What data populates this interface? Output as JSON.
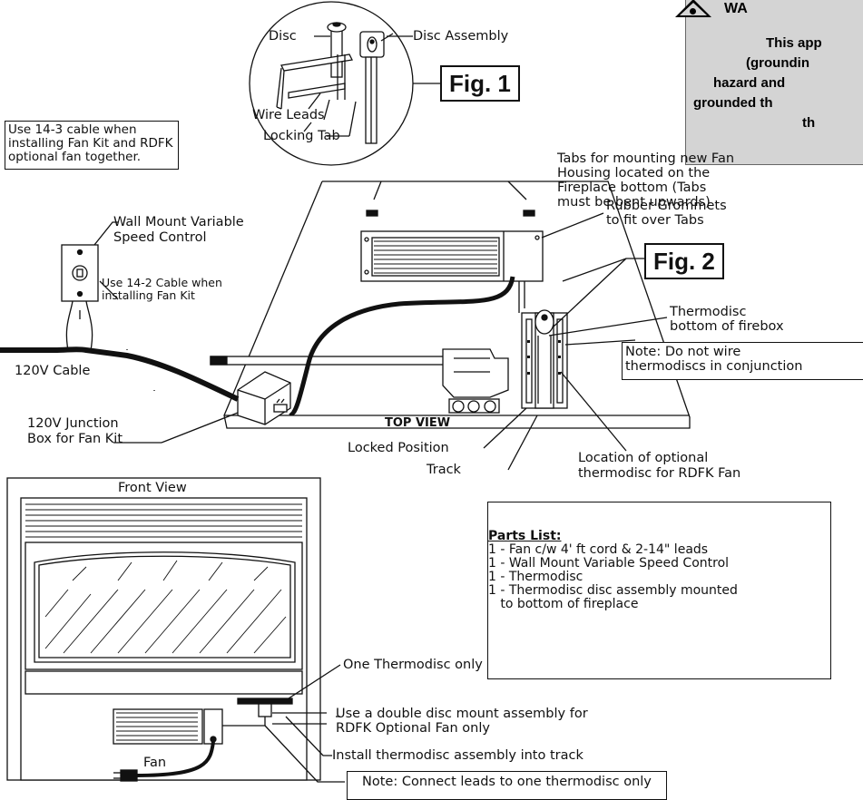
{
  "warning": {
    "title": "WA",
    "lines": [
      "This app",
      "(groundin",
      "hazard and",
      "grounded th",
      "th"
    ]
  },
  "fig1": {
    "label": "Fig. 1",
    "disc": "Disc",
    "disc_assembly": "Disc Assembly",
    "wire_leads": "Wire Leads",
    "locking_tab": "Locking Tab"
  },
  "fig2": {
    "label": "Fig. 2",
    "tabs_note": [
      "Tabs for mounting new Fan",
      "Housing located on the",
      "Fireplace bottom (Tabs",
      "must be bent upwards)"
    ],
    "rubber_grommets": [
      "Rubber Grommets",
      "to fit over Tabs"
    ],
    "thermodisc": [
      "Thermodisc",
      "bottom of firebox"
    ],
    "top_view": "TOP VIEW",
    "locked_position": "Locked Position",
    "track": "Track",
    "optional_thermodisc": [
      "Location of optional",
      "thermodisc for RDFK Fan"
    ],
    "wall_control": [
      "Wall Mount Variable",
      "Speed Control"
    ],
    "cable_14_2": [
      "Use 14-2 Cable when",
      "installing Fan Kit"
    ],
    "cable_120v": "120V Cable",
    "junction_box": [
      "120V Junction",
      "Box for Fan Kit"
    ]
  },
  "cable_note": [
    "Use 14-3 cable when",
    "installing Fan Kit and RDFK",
    "optional fan together."
  ],
  "wire_note": [
    "Note: Do not wire",
    "thermodiscs in conjunction"
  ],
  "parts_list": {
    "title": "Parts List:",
    "items": [
      "1 - Fan c/w 4' ft cord & 2-14\" leads",
      "1 - Wall Mount Variable Speed Control",
      "1 - Thermodisc",
      "1 - Thermodisc disc assembly mounted",
      "   to bottom of fireplace"
    ]
  },
  "front_view": {
    "title": "Front View",
    "fan": "Fan",
    "one_thermodisc": "One Thermodisc only",
    "double_disc": [
      "Use a double disc mount assembly for",
      "RDFK Optional Fan only"
    ],
    "install_track": "Install thermodisc assembly into track",
    "connect_note": "Note: Connect leads to one thermodisc only"
  }
}
